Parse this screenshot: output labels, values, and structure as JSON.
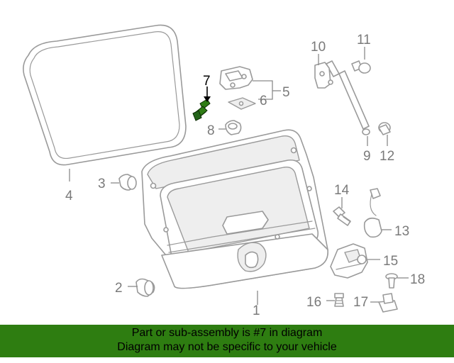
{
  "callouts": {
    "c1": "1",
    "c2": "2",
    "c3": "3",
    "c4": "4",
    "c5": "5",
    "c6": "6",
    "c7": "7",
    "c8": "8",
    "c9": "9",
    "c10": "10",
    "c11": "11",
    "c12": "12",
    "c13": "13",
    "c14": "14",
    "c15": "15",
    "c16": "16",
    "c17": "17",
    "c18": "18"
  },
  "highlight": {
    "part_number": "7",
    "color": "#000000",
    "part_color": "#1f5a0c"
  },
  "banner": {
    "line1": "Part or sub-assembly is #7 in diagram",
    "line2": "Diagram may not be specific to your vehicle",
    "background": "#2e7d11"
  }
}
